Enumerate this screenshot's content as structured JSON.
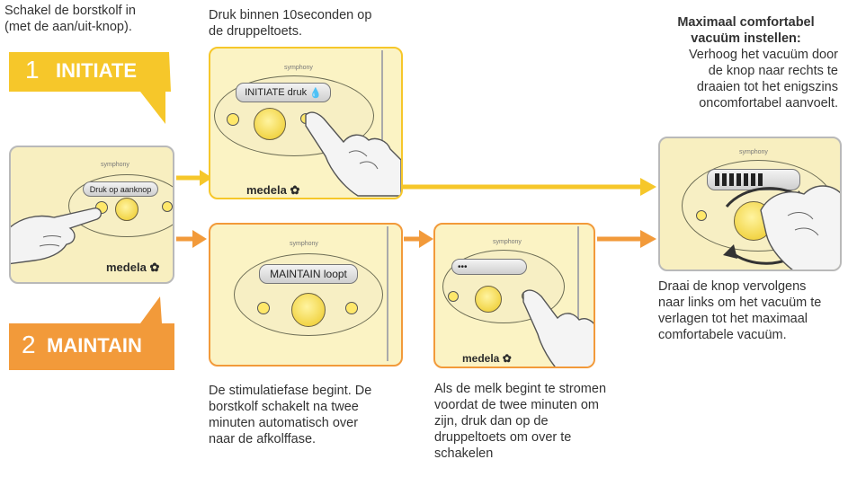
{
  "step_labels": {
    "initiate": "INITIATE",
    "initiate_number": "1",
    "maintain": "MAINTAIN",
    "maintain_number": "2"
  },
  "texts": {
    "switch_on": [
      "Schakel de borstkolf in",
      "(met de aan/uit-knop)."
    ],
    "press_drop": [
      "Druk binnen 10seconden op",
      "de druppeltoets."
    ],
    "max_title": [
      "Maximaal comfortabel",
      "vacuüm instellen:"
    ],
    "max_body": [
      "Verhoog het vacuüm door",
      "de knop naar rechts te",
      "draaien tot het enigszins",
      "oncomfortabel aanvoelt."
    ],
    "turn_left": [
      "Draai de knop vervolgens",
      "naar links om het vacuüm te",
      "verlagen tot het maximaal",
      "comfortabele vacuüm."
    ],
    "stim_phase": [
      "De stimulatiefase begint. De",
      "borstkolf schakelt na twee",
      "minuten automatisch over",
      "naar de afkolffase."
    ],
    "milk_flow": [
      "Als de melk begint te stromen",
      "voordat de twee minuten om",
      "zijn, druk dan op de",
      "druppeltoets om over te",
      "schakelen"
    ]
  },
  "panels": {
    "start": {
      "display": "Druk op aanknop",
      "brand": "medela",
      "model": "symphony"
    },
    "initiate": {
      "display": "INITIATE druk",
      "brand": "medela",
      "model": "symphony"
    },
    "maintain": {
      "display": "MAINTAIN loopt",
      "model": "symphony"
    },
    "switch": {
      "display": "•••",
      "brand": "medela",
      "model": "symphony"
    },
    "vacuum": {
      "model": "symphony"
    }
  },
  "colors": {
    "yellow": "#f6c72a",
    "orange": "#f29a3a",
    "gray": "#b9b9b9"
  }
}
